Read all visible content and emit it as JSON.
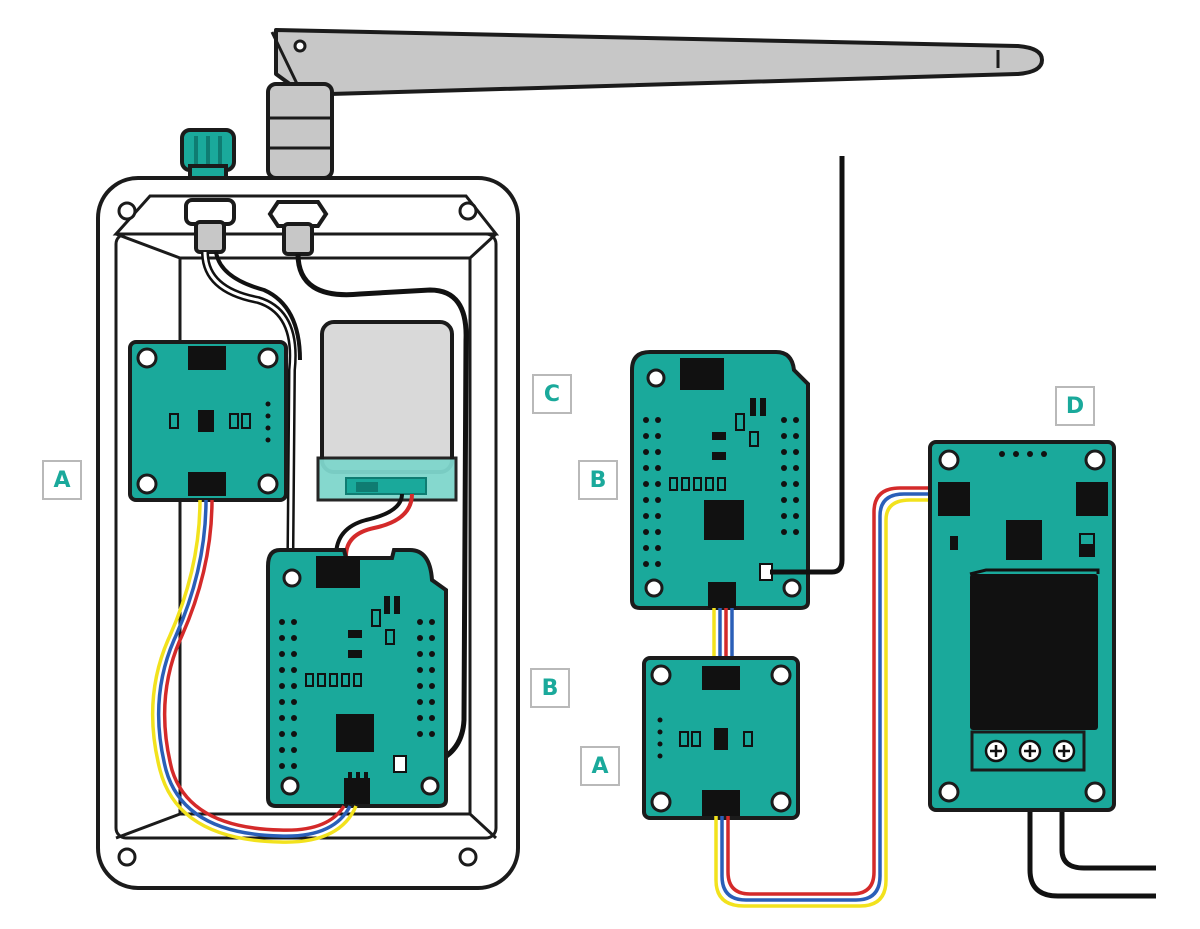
{
  "labels": {
    "enclosure_board_a": "A",
    "enclosure_board_b": "B",
    "enclosure_module_c": "C",
    "external_board_b": "B",
    "external_board_a": "A",
    "external_relay_d": "D"
  },
  "colors": {
    "board": "#1aa99b",
    "board_dark": "#0f7c72",
    "chip": "#111111",
    "outline": "#1b1b1b",
    "enclosure_fill": "#ffffff",
    "antenna": "#c7c7c7",
    "sma_cap": "#1aa99b",
    "battery": "#d9d9d9",
    "battery_holder": "#7fd6cc",
    "wire_black": "#111111",
    "wire_red": "#d42a2a",
    "wire_yellow": "#f2e21d",
    "wire_blue": "#2a5fb8",
    "label_text": "#1aa99b",
    "label_border": "#b9b9b9"
  },
  "icons": {
    "antenna": "antenna-icon",
    "connector": "sma-connector-icon",
    "relay_terminal": "screw-terminal-icon"
  }
}
